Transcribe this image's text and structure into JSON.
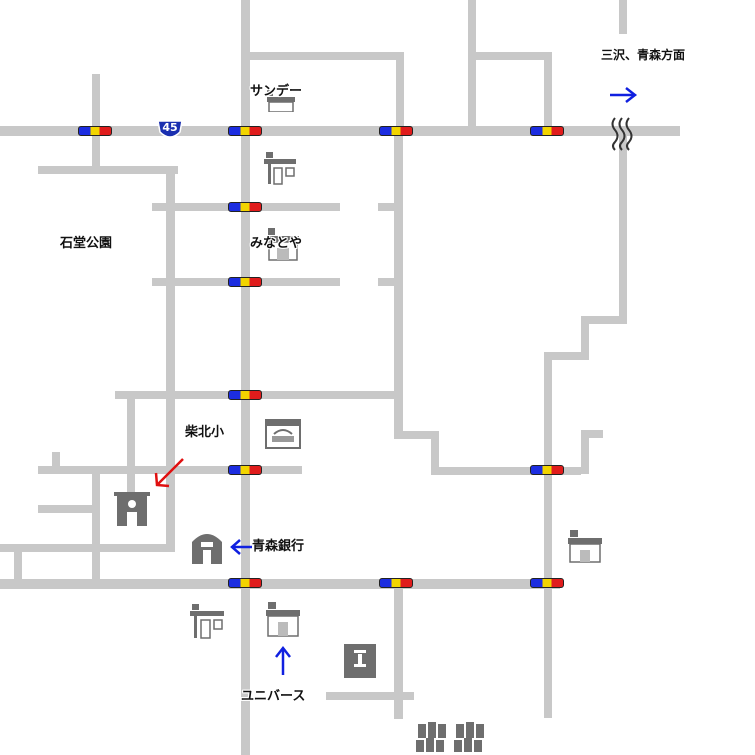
{
  "map": {
    "labels": {
      "sundy": "サンデー",
      "minatoya": "みなとや",
      "sekido_park": "石堂公園",
      "school": "柴北小",
      "bank": "青森銀行",
      "universe": "ユニバース",
      "direction": "三沢、青森方面"
    },
    "route_number": "45",
    "colors": {
      "road": "#c8c8c8",
      "signal_blue": "#1c2de0",
      "signal_yellow": "#f2d400",
      "signal_red": "#e01c1c",
      "arrow_blue": "#1020e0",
      "arrow_red": "#e01010",
      "icon_gray": "#6e6e6e",
      "route_sign": "#1a2fb0"
    }
  }
}
